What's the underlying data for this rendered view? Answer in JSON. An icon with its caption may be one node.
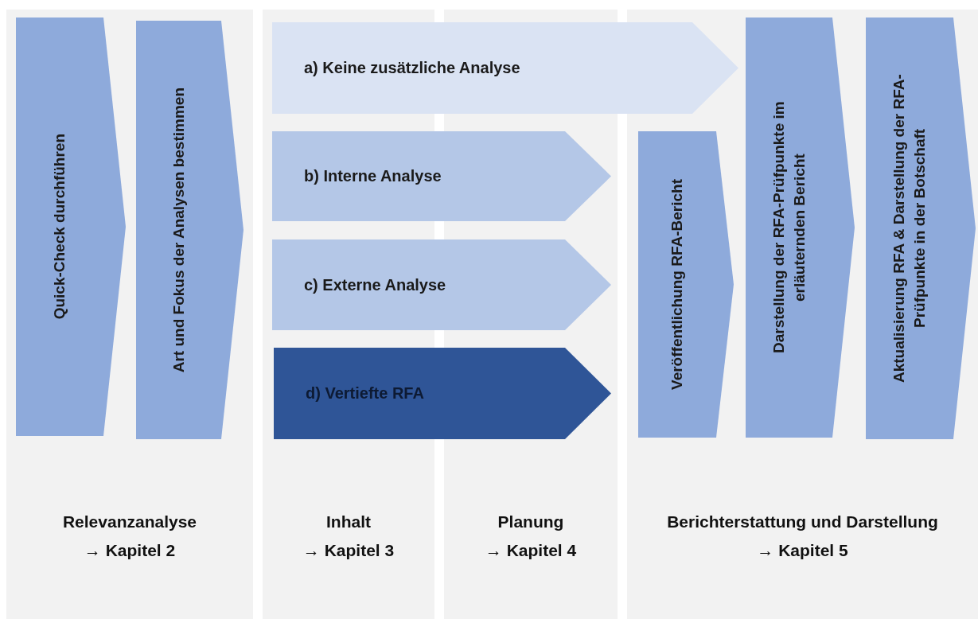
{
  "diagram": {
    "nodes": [
      {
        "text": [
          "Relevanzanalyse",
          "→ Kapitel 2"
        ]
      },
      {
        "text": [
          "Quick-Check durchführen"
        ],
        "in": 0
      },
      {
        "text": [
          "Art und Fokus der Analysen bestimmen"
        ],
        "in": 0
      },
      {
        "text": [
          "Inhalt",
          "→ Kapitel 3"
        ]
      },
      {
        "text": [
          "Planung",
          "→ Kapitel 4"
        ]
      },
      {
        "text": [
          "a) Keine zusätzliche Analyse"
        ]
      },
      {
        "text": [
          "b) Interne Analyse"
        ]
      },
      {
        "text": [
          "c) Externe Analyse"
        ]
      },
      {
        "text": [
          "d) Vertiefte RFA"
        ]
      },
      {
        "text": [
          "Berichterstattung und Darstellung",
          "→ Kapitel 5"
        ]
      },
      {
        "text": [
          "Veröffentlichung RFA-Bericht"
        ],
        "in": 9
      },
      {
        "text": [
          "Darstellung der RFA-Prüfpunkte im erläuternden Bericht"
        ],
        "in": 9
      },
      {
        "text": [
          "Aktualisierung RFA & Darstellung der RFA-Prüfpunkte in der Botschaft"
        ],
        "in": 9
      }
    ]
  }
}
